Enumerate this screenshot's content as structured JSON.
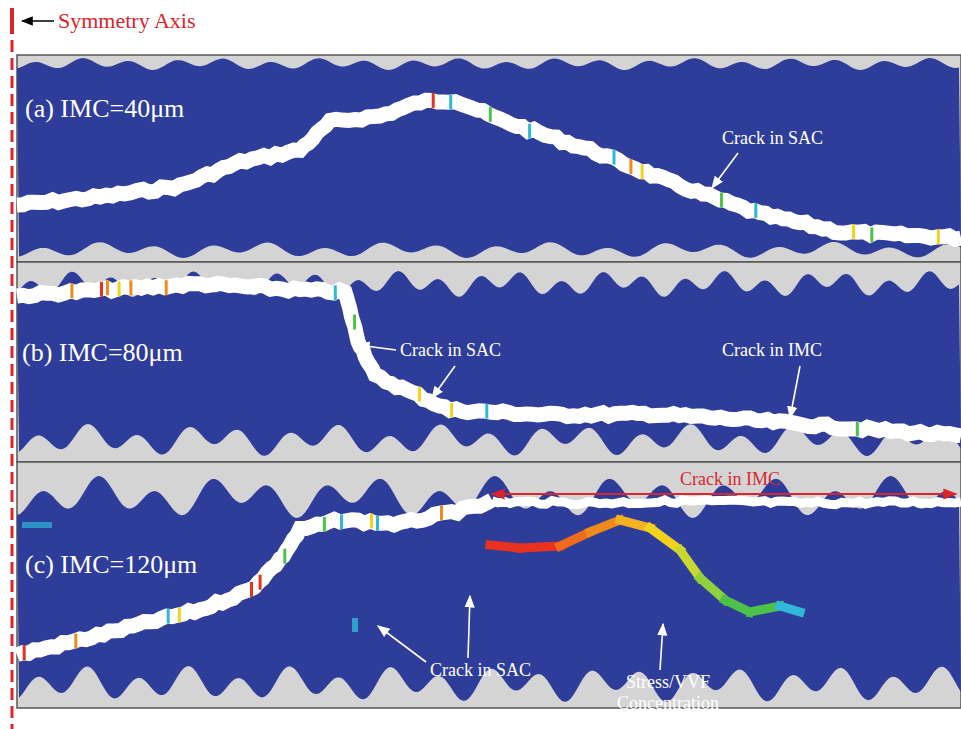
{
  "diagram": {
    "labels": [
      "Symmetry Axis",
      "(a) IMC=40μm",
      "Crack in SAC",
      "(b) IMC=80μm",
      "Crack in SAC",
      "Crack in IMC",
      "(c) IMC=120μm",
      "Crack in IMC",
      "Crack in SAC",
      "Stress/VVF Concentration"
    ]
  }
}
